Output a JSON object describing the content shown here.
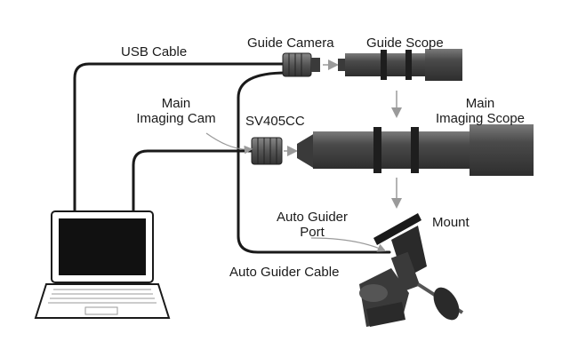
{
  "labels": {
    "usb_cable": "USB Cable",
    "guide_camera": "Guide Camera",
    "guide_scope": "Guide Scope",
    "main_imaging_cam_line1": "Main",
    "main_imaging_cam_line2": "Imaging Cam",
    "sv405cc": "SV405CC",
    "main_imaging_scope_line1": "Main",
    "main_imaging_scope_line2": "Imaging Scope",
    "auto_guider_port_line1": "Auto Guider",
    "auto_guider_port_line2": "Port",
    "mount": "Mount",
    "auto_guider_cable": "Auto Guider Cable"
  },
  "colors": {
    "cable": "#1a1a1a",
    "scope_body": "#555555",
    "scope_dark": "#2a2a2a",
    "arrow": "#9a9a9a",
    "laptop_screen": "#111111"
  }
}
